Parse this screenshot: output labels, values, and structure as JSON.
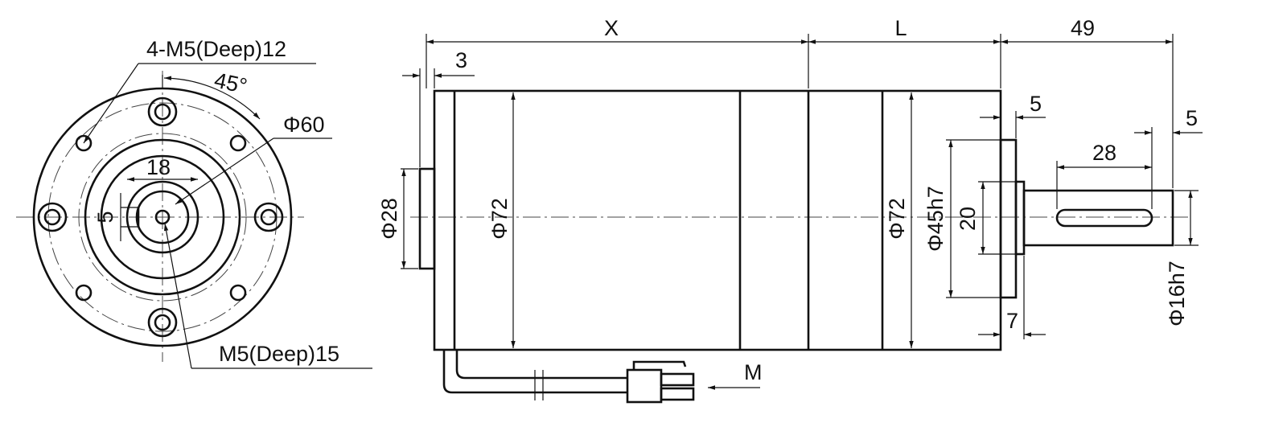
{
  "front_view": {
    "hole_callout": "4-M5(Deep)12",
    "angle": "45°",
    "pcd": "Φ60",
    "shaft_width": "18",
    "key_height": "5",
    "center_hole": "M5(Deep)15"
  },
  "side_view": {
    "motor_length": "X",
    "gear_length": "L",
    "shaft_length": "49",
    "rear_step": "3",
    "rear_boss_dia": "Φ28",
    "motor_dia": "Φ72",
    "gear_dia": "Φ72",
    "pilot_dia": "Φ45h7",
    "pilot_depth": "5",
    "shoulder_dia": "20",
    "key_offset": "5",
    "key_length": "28",
    "shaft_dia": "Φ16h7",
    "pilot_len": "7",
    "connector": "M"
  }
}
